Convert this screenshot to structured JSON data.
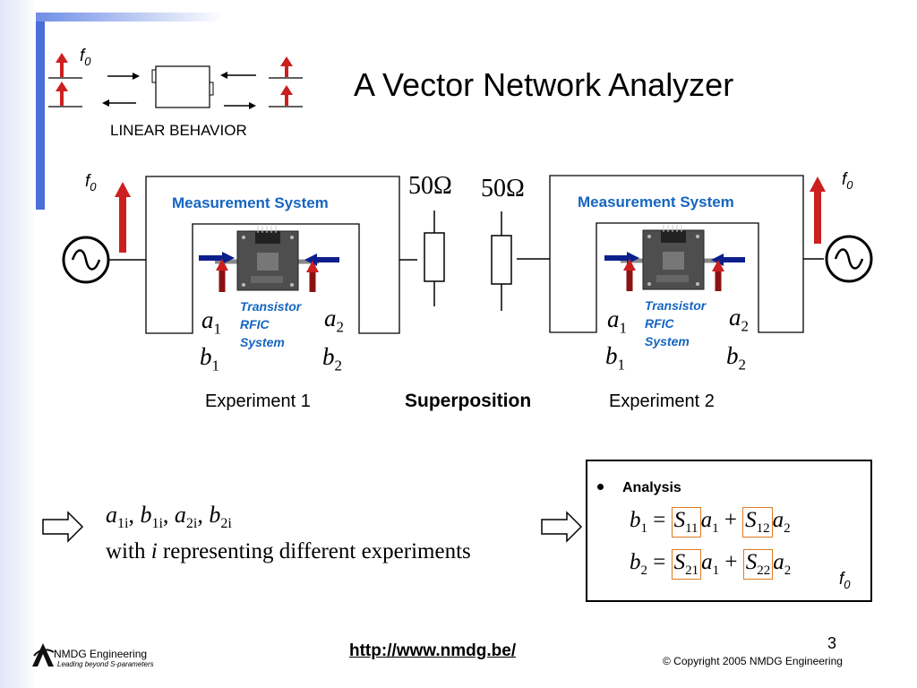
{
  "title": "A Vector Network Analyzer",
  "linear_behavior": {
    "label": "LINEAR BEHAVIOR",
    "f0": "f",
    "f0_sub": "0"
  },
  "experiment1": {
    "f0": "f",
    "f0_sub": "0",
    "system_label": "Measurement System",
    "dut_lines": [
      "Transistor",
      "RFIC",
      "System"
    ],
    "a1": "a",
    "a1_sub": "1",
    "a2": "a",
    "a2_sub": "2",
    "b1": "b",
    "b1_sub": "1",
    "b2": "b",
    "b2_sub": "2",
    "load": "50Ω",
    "caption": "Experiment 1"
  },
  "experiment2": {
    "f0": "f",
    "f0_sub": "0",
    "system_label": "Measurement System",
    "dut_lines": [
      "Transistor",
      "RFIC",
      "System"
    ],
    "a1": "a",
    "a1_sub": "1",
    "a2": "a",
    "a2_sub": "2",
    "b1": "b",
    "b1_sub": "1",
    "b2": "b",
    "b2_sub": "2",
    "load": "50Ω",
    "caption": "Experiment 2"
  },
  "superposition": "Superposition",
  "experiments_note": {
    "vars": [
      {
        "base": "a",
        "sub": "1i"
      },
      {
        "base": "b",
        "sub": "1i"
      },
      {
        "base": "a",
        "sub": "2i"
      },
      {
        "base": "b",
        "sub": "2i"
      }
    ],
    "text_pre": "with ",
    "text_var": "i",
    "text_post": " representing different experiments"
  },
  "analysis": {
    "label": "Analysis",
    "eq1": {
      "lhs": "b",
      "lhs_sub": "1",
      "s1": "S",
      "s1_sub": "11",
      "x1": "a",
      "x1_sub": "1",
      "s2": "S",
      "s2_sub": "12",
      "x2": "a",
      "x2_sub": "2"
    },
    "eq2": {
      "lhs": "b",
      "lhs_sub": "2",
      "s1": "S",
      "s1_sub": "21",
      "x1": "a",
      "x1_sub": "1",
      "s2": "S",
      "s2_sub": "22",
      "x2": "a",
      "x2_sub": "2"
    },
    "f0": "f",
    "f0_sub": "0"
  },
  "footer": {
    "logo_name": "NMDG Engineering",
    "logo_tagline": "Leading beyond S-parameters",
    "url": "http://www.nmdg.be/",
    "page_number": "3",
    "copyright": "© Copyright 2005 NMDG Engineering"
  },
  "colors": {
    "accent_blue": "#1565c0",
    "arrow_red": "#cc1f1f",
    "arrow_navy": "#0d1f8c",
    "highlight_orange": "#e07b22",
    "slide_bar": "#4a6fd6"
  }
}
